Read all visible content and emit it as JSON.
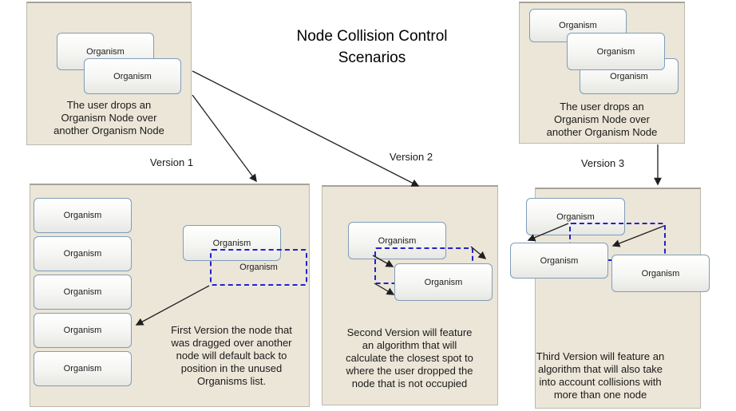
{
  "title": {
    "line1": "Node Collision Control",
    "line2": "Scenarios"
  },
  "labels": {
    "organism": "Organism"
  },
  "scenes": {
    "drop_left": {
      "caption": [
        "The user drops an",
        "Organism Node over",
        "another Organism Node"
      ]
    },
    "drop_right": {
      "caption": [
        "The user drops an",
        "Organism Node over",
        "another Organism Node"
      ]
    }
  },
  "versions": {
    "v1": {
      "label": "Version 1",
      "caption": [
        "First Version the node that",
        "was dragged over another",
        "node will default back to",
        "position in the unused",
        "Organisms list."
      ]
    },
    "v2": {
      "label": "Version 2",
      "caption": [
        "Second Version will feature",
        "an algorithm that will",
        "calculate the closest spot to",
        "where the user dropped the",
        "node that is not occupied"
      ]
    },
    "v3": {
      "label": "Version 3",
      "caption": [
        "Third Version will feature an",
        "algorithm that will also take",
        "into account collisions with",
        "more than one node"
      ]
    }
  },
  "colors": {
    "panel_bg": "#ebe6d8",
    "node_border": "#7f9db9",
    "ghost_outline": "#2222cc",
    "arrow": "#1f1f1f"
  }
}
